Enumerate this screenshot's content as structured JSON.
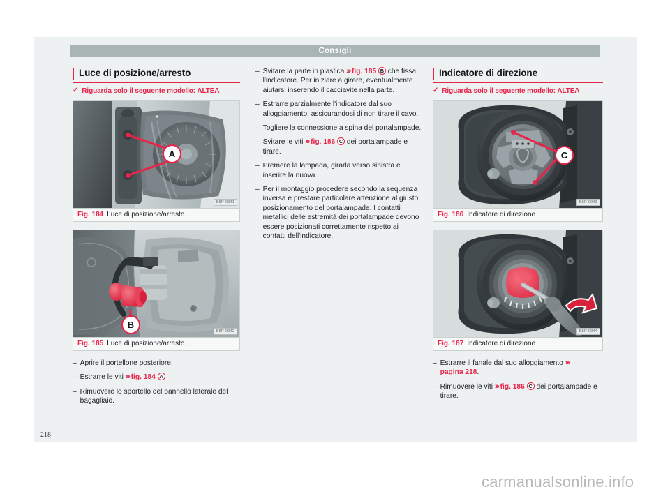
{
  "header": {
    "title": "Consigli"
  },
  "page": {
    "number": "218",
    "watermark": "carmanualsonline.info"
  },
  "columns": {
    "left": {
      "section_title": "Luce di posizione/arresto",
      "applies_check": "✓",
      "applies_text": "Riguarda solo il seguente modello: ALTEA",
      "figures": [
        {
          "num": "Fig. 184",
          "caption": "Luce di posizione/arresto.",
          "code": "B5P-0941",
          "callout": "A"
        },
        {
          "num": "Fig. 185",
          "caption": "Luce di posizione/arresto.",
          "code": "B5P-0942",
          "callout": "B"
        }
      ],
      "items": [
        {
          "dash": "–",
          "pre": "Aprire il portellone posteriore.",
          "arrows": "",
          "ref": "",
          "circle": "",
          "post": ""
        },
        {
          "dash": "–",
          "pre": "Estrarre le viti ",
          "arrows": "›››",
          "ref": "fig. 184",
          "circle": "A",
          "post": ""
        },
        {
          "dash": "–",
          "pre": "Rimuovere lo sportello del pannello laterale del bagagliaio.",
          "arrows": "",
          "ref": "",
          "circle": "",
          "post": ""
        }
      ]
    },
    "middle": {
      "items": [
        {
          "dash": "–",
          "pre": "Svitare la parte in plastica ",
          "arrows": "›››",
          "ref": "fig. 185",
          "circle": "B",
          "post": " che fissa l'indicatore. Per iniziare a girare, eventualmente aiutarsi inserendo il cacciavite nella parte."
        },
        {
          "dash": "–",
          "pre": "Estrarre parzialmente l'indicatore dal suo alloggiamento, assicurandosi di non tirare il cavo.",
          "arrows": "",
          "ref": "",
          "circle": "",
          "post": ""
        },
        {
          "dash": "–",
          "pre": "Togliere la connessione a spina del portalampade.",
          "arrows": "",
          "ref": "",
          "circle": "",
          "post": ""
        },
        {
          "dash": "–",
          "pre": "Svitare le viti ",
          "arrows": "›››",
          "ref": "fig. 186",
          "circle": "C",
          "post": " dei portalampade e tirare."
        },
        {
          "dash": "–",
          "pre": "Premere la lampada, girarla verso sinistra e inserire la nuova.",
          "arrows": "",
          "ref": "",
          "circle": "",
          "post": ""
        },
        {
          "dash": "–",
          "pre": "Per il montaggio procedere secondo la sequenza inversa e prestare particolare attenzione al giusto posizionamento del portalampade. I contatti metallici delle estremità dei portalampade devono essere posizionati correttamente rispetto ai contatti dell'indicatore.",
          "arrows": "",
          "ref": "",
          "circle": "",
          "post": ""
        }
      ]
    },
    "right": {
      "section_title": "Indicatore di direzione",
      "applies_check": "✓",
      "applies_text": "Riguarda solo il seguente modello: ALTEA",
      "figures": [
        {
          "num": "Fig. 186",
          "caption": "Indicatore di direzione",
          "code": "B5P-0943",
          "callout": "C"
        },
        {
          "num": "Fig. 187",
          "caption": "Indicatore di direzione",
          "code": "B5P-0944",
          "callout": ""
        }
      ],
      "items": [
        {
          "dash": "–",
          "pre": "Estrarre il fanale dal suo alloggiamento ",
          "arrows": "›››",
          "ref": "pagina 218",
          "circle": "",
          "post": "."
        },
        {
          "dash": "–",
          "pre": "Rimuovere le viti ",
          "arrows": "›››",
          "ref": "fig. 186",
          "circle": "C",
          "post": " dei portalampade e tirare."
        }
      ]
    }
  },
  "colors": {
    "accent_red": "#e8244b",
    "header_bar": "#a8b5b4",
    "sheet_bg": "#edf1f1",
    "text": "#1c2022"
  }
}
